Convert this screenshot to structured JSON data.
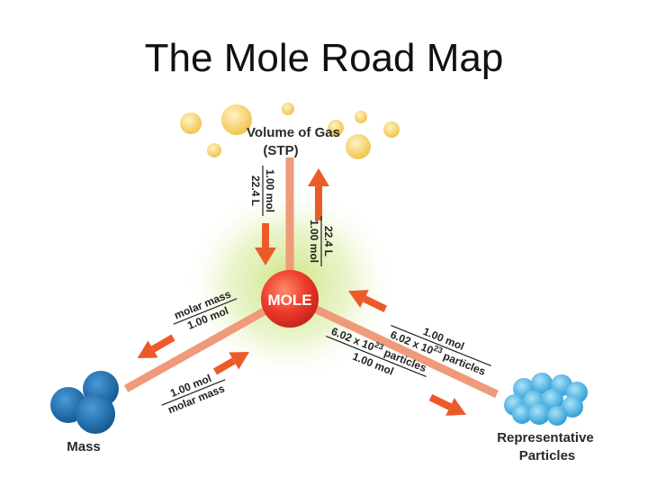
{
  "title": "The Mole Road Map",
  "center": "MOLE",
  "nodes": {
    "gas_line1": "Volume of Gas",
    "gas_line2": "(STP)",
    "mass": "Mass",
    "particles_line1": "Representative",
    "particles_line2": "Particles"
  },
  "factors": {
    "gas_to_mole_num": "1.00 mol",
    "gas_to_mole_den": "22.4 L",
    "mole_to_gas_num": "22.4 L",
    "mole_to_gas_den": "1.00 mol",
    "mole_to_mass_num": "molar mass",
    "mole_to_mass_den": "1.00 mol",
    "mass_to_mole_num": "1.00 mol",
    "mass_to_mole_den": "molar mass",
    "particles_to_mole_num": "1.00 mol",
    "particles_to_mole_den_base": "6.02 x 10",
    "particles_to_mole_den_exp": "23",
    "particles_to_mole_den_unit": " particles",
    "mole_to_particles_num_base": "6.02 x 10",
    "mole_to_particles_num_exp": "23",
    "mole_to_particles_num_unit": " particles",
    "mole_to_particles_den": "1.00 mol"
  },
  "colors": {
    "road": "#ef9a7a",
    "arrow": "#ec5a2a",
    "mole": "#ee3a2a",
    "gas_bubble": "#f5cf6a",
    "mass_sphere": "#1f6fae",
    "particle_sphere": "#4fb6e6",
    "glow": "#c9e37a"
  }
}
